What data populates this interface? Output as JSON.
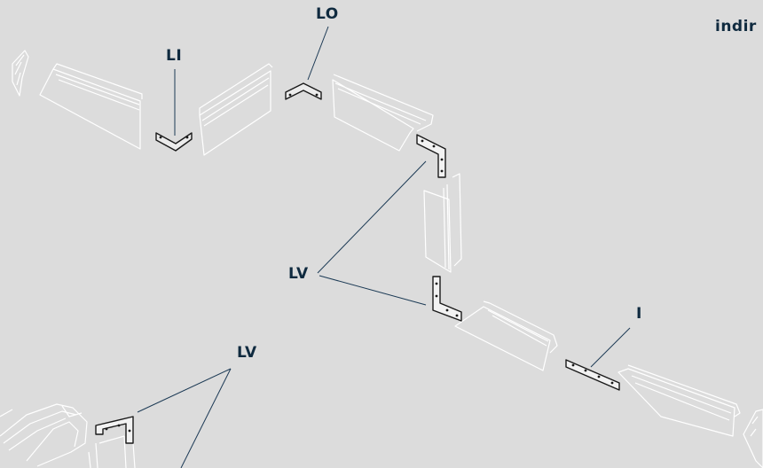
{
  "header": {
    "text": "indir"
  },
  "labels": {
    "lo": "LO",
    "li": "LI",
    "lv_main": "LV",
    "i": "I",
    "lv_bottom": "LV"
  },
  "colors": {
    "background": "#dcdcdc",
    "label": "#0f2a3f",
    "leader_line": "#1c3a55",
    "profile_stroke": "#ffffff",
    "connector_fill": "#202020"
  }
}
